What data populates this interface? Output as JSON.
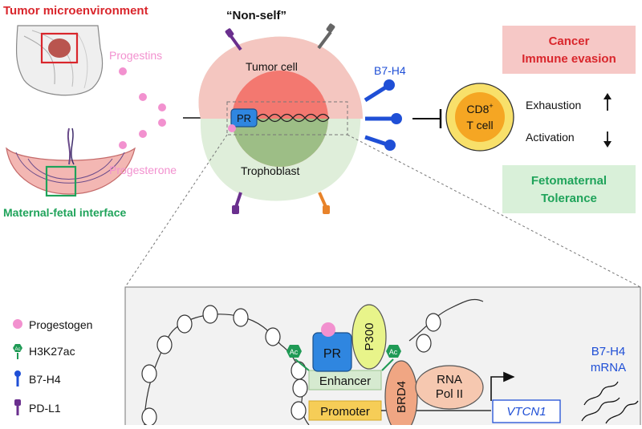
{
  "top": {
    "tumor_env": "Tumor microenvironment",
    "maternal": "Maternal-fetal interface",
    "progestins": "Progestins",
    "progesterone": "Progesterone",
    "nonself": "“Non-self”",
    "tumor_cell": "Tumor cell",
    "trophoblast": "Trophoblast",
    "pr": "PR",
    "b7h4": "B7-H4",
    "cd8": "CD8",
    "cd8_sup": "+",
    "tcell": "T cell",
    "exhaustion": "Exhaustion",
    "activation": "Activation",
    "cancer_line1": "Cancer",
    "cancer_line2": "Immune evasion",
    "feto_line1": "Fetomaternal",
    "feto_line2": "Tolerance"
  },
  "legend": {
    "items": [
      {
        "label": "Progestogen",
        "icon": "progestogen-dot-icon"
      },
      {
        "label": "H3K27ac",
        "icon": "acetyl-marker-icon",
        "badge": "Ac"
      },
      {
        "label": "B7-H4",
        "icon": "b7h4-receptor-icon"
      },
      {
        "label": "PD-L1",
        "icon": "pdl1-receptor-icon"
      }
    ]
  },
  "detail": {
    "pr": "PR",
    "p300": "P300",
    "ac": "Ac",
    "enhancer": "Enhancer",
    "promoter": "Promoter",
    "brd4": "BRD4",
    "rna_line1": "RNA",
    "rna_line2": "Pol II",
    "gene": "VTCN1",
    "mrna_line1": "B7-H4",
    "mrna_line2": "mRNA"
  },
  "colors": {
    "tumor_red": "#d9262c",
    "interface_green": "#1fa35a",
    "pink": "#f291cf",
    "blue": "#1f4fd6",
    "purple": "#6a2f8e",
    "orange": "#e8832a"
  }
}
